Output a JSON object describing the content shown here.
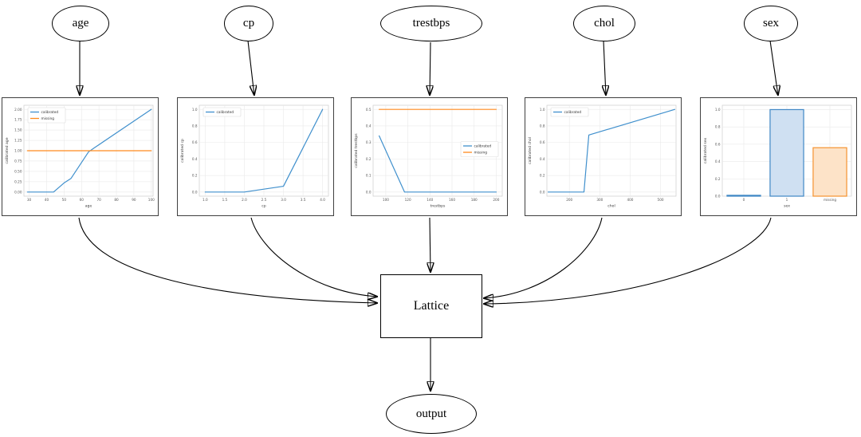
{
  "diagram": {
    "inputs": [
      {
        "id": "age",
        "label": "age"
      },
      {
        "id": "cp",
        "label": "cp"
      },
      {
        "id": "trestbps",
        "label": "trestbps"
      },
      {
        "id": "chol",
        "label": "chol"
      },
      {
        "id": "sex",
        "label": "sex"
      }
    ],
    "lattice": {
      "label": "Lattice"
    },
    "output": {
      "label": "output"
    },
    "edges": [
      {
        "from": "age",
        "to": "age-calibrator"
      },
      {
        "from": "cp",
        "to": "cp-calibrator"
      },
      {
        "from": "trestbps",
        "to": "trestbps-calibrator"
      },
      {
        "from": "chol",
        "to": "chol-calibrator"
      },
      {
        "from": "sex",
        "to": "sex-calibrator"
      },
      {
        "from": "age-calibrator",
        "to": "Lattice"
      },
      {
        "from": "cp-calibrator",
        "to": "Lattice"
      },
      {
        "from": "trestbps-calibrator",
        "to": "Lattice"
      },
      {
        "from": "chol-calibrator",
        "to": "Lattice"
      },
      {
        "from": "sex-calibrator",
        "to": "Lattice"
      },
      {
        "from": "Lattice",
        "to": "output"
      }
    ]
  },
  "colors": {
    "calibrated_line": "#4090cd",
    "missing_line": "#ff8a1e",
    "bar_blue_fill": "#cfe0f2",
    "bar_blue_edge": "#3f87c5",
    "bar_orange_fill": "#fde3c8",
    "bar_orange_edge": "#f5922f",
    "grid": "#e9e9e9",
    "axes_border": "#cccccc",
    "tick_text": "#555555",
    "edge_stroke": "#000000"
  },
  "chart_data": [
    {
      "type": "line",
      "feature": "age",
      "xlabel": "age",
      "ylabel": "calibrated age",
      "xlim": [
        27,
        101
      ],
      "ylim": [
        -0.1,
        2.1
      ],
      "grid": true,
      "x_ticks": [
        30,
        40,
        50,
        60,
        70,
        80,
        90,
        100
      ],
      "x_tick_labels": [
        "30",
        "40",
        "50",
        "60",
        "70",
        "80",
        "90",
        "100"
      ],
      "y_ticks": [
        0,
        0.25,
        0.5,
        0.75,
        1.0,
        1.25,
        1.5,
        1.75,
        2.0
      ],
      "y_tick_labels": [
        "0.00",
        "0.25",
        "0.50",
        "0.75",
        "1.00",
        "1.25",
        "1.50",
        "1.75",
        "2.00"
      ],
      "legend": {
        "position": "upper-left",
        "entries": [
          "calibrated",
          "missing"
        ]
      },
      "series": [
        {
          "name": "calibrated",
          "color": "#4090cd",
          "points": [
            [
              29,
              0
            ],
            [
              44,
              0
            ],
            [
              50,
              0.22
            ],
            [
              54,
              0.33
            ],
            [
              64,
              0.97
            ],
            [
              67,
              1.06
            ],
            [
              100,
              2.0
            ]
          ]
        },
        {
          "name": "missing",
          "color": "#ff8a1e",
          "points": [
            [
              29,
              1.0
            ],
            [
              100,
              1.0
            ]
          ]
        }
      ]
    },
    {
      "type": "line",
      "feature": "cp",
      "xlabel": "cp",
      "ylabel": "calibrated cp",
      "xlim": [
        0.85,
        4.15
      ],
      "ylim": [
        -0.05,
        1.05
      ],
      "grid": true,
      "x_ticks": [
        1.0,
        1.5,
        2.0,
        2.5,
        3.0,
        3.5,
        4.0
      ],
      "x_tick_labels": [
        "1.0",
        "1.5",
        "2.0",
        "2.5",
        "3.0",
        "3.5",
        "4.0"
      ],
      "y_ticks": [
        0,
        0.2,
        0.4,
        0.6,
        0.8,
        1.0
      ],
      "y_tick_labels": [
        "0.0",
        "0.2",
        "0.4",
        "0.6",
        "0.8",
        "1.0"
      ],
      "legend": {
        "position": "upper-left",
        "entries": [
          "calibrated"
        ]
      },
      "series": [
        {
          "name": "calibrated",
          "color": "#4090cd",
          "points": [
            [
              1,
              0
            ],
            [
              2,
              0
            ],
            [
              3,
              0.07
            ],
            [
              4,
              1.0
            ]
          ]
        }
      ]
    },
    {
      "type": "line",
      "feature": "trestbps",
      "xlabel": "trestbps",
      "ylabel": "calibrated trestbps",
      "xlim": [
        88.5,
        205.5
      ],
      "ylim": [
        -0.025,
        0.525
      ],
      "grid": true,
      "x_ticks": [
        100,
        120,
        140,
        160,
        180,
        200
      ],
      "x_tick_labels": [
        "100",
        "120",
        "140",
        "160",
        "180",
        "200"
      ],
      "y_ticks": [
        0,
        0.1,
        0.2,
        0.3,
        0.4,
        0.5
      ],
      "y_tick_labels": [
        "0.0",
        "0.1",
        "0.2",
        "0.3",
        "0.4",
        "0.5"
      ],
      "legend": {
        "position": "center-right",
        "entries": [
          "calibrated",
          "missing"
        ]
      },
      "series": [
        {
          "name": "calibrated",
          "color": "#4090cd",
          "points": [
            [
              94,
              0.34
            ],
            [
              117,
              0
            ],
            [
              200,
              0
            ]
          ]
        },
        {
          "name": "missing",
          "color": "#ff8a1e",
          "points": [
            [
              94,
              0.5
            ],
            [
              200,
              0.5
            ]
          ]
        }
      ]
    },
    {
      "type": "line",
      "feature": "chol",
      "xlabel": "chol",
      "ylabel": "calibrated chol",
      "xlim": [
        126,
        551
      ],
      "ylim": [
        -0.05,
        1.05
      ],
      "grid": true,
      "x_ticks": [
        200,
        300,
        400,
        500
      ],
      "x_tick_labels": [
        "200",
        "300",
        "400",
        "500"
      ],
      "y_ticks": [
        0,
        0.2,
        0.4,
        0.6,
        0.8,
        1.0
      ],
      "y_tick_labels": [
        "0.0",
        "0.2",
        "0.4",
        "0.6",
        "0.8",
        "1.0"
      ],
      "legend": {
        "position": "upper-left",
        "entries": [
          "calibrated"
        ]
      },
      "series": [
        {
          "name": "calibrated",
          "color": "#4090cd",
          "points": [
            [
              130,
              0
            ],
            [
              248,
              0
            ],
            [
              264,
              0.69
            ],
            [
              547,
              1.0
            ]
          ]
        }
      ]
    },
    {
      "type": "bar",
      "feature": "sex",
      "xlabel": "sex",
      "ylabel": "calibrated sex",
      "ylim": [
        0,
        1.05
      ],
      "grid": true,
      "categories": [
        "0",
        "1",
        "missing"
      ],
      "values": [
        0.01,
        1.0,
        0.56
      ],
      "bar_fill": [
        "#cfe0f2",
        "#cfe0f2",
        "#fde3c8"
      ],
      "bar_edge": [
        "#3f87c5",
        "#3f87c5",
        "#f5922f"
      ],
      "y_ticks": [
        0,
        0.2,
        0.4,
        0.6,
        0.8,
        1.0
      ],
      "y_tick_labels": [
        "0.0",
        "0.2",
        "0.4",
        "0.6",
        "0.8",
        "1.0"
      ]
    }
  ]
}
